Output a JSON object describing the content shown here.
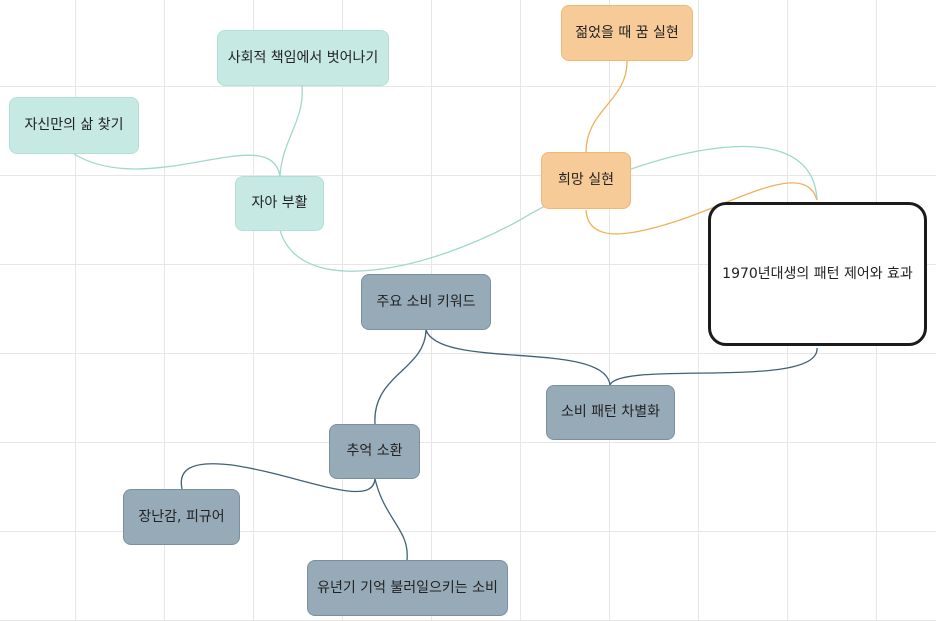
{
  "mindmap": {
    "root": "1970년대생의 패턴 제어와 효과",
    "nodes": {
      "dream": "젊었을 때 꿈 실현",
      "hope": "희망 실현",
      "social": "사회적 책임에서 벗어나기",
      "ownlife": "자신만의 삶 찾기",
      "ego": "자아 부활",
      "keywords": "주요 소비 키워드",
      "diff": "소비 패턴 차별화",
      "memory": "추억 소환",
      "toys": "장난감, 피규어",
      "childhood": "유년기 기억 불러일으키는 소비"
    },
    "colors": {
      "teal_fill": "#c6e9e3",
      "teal_line": "#9fd8cd",
      "orange_fill": "#f7cb97",
      "orange_line": "#f0b15c",
      "slate_fill": "#97aab8",
      "slate_line": "#3f6276",
      "root_border": "#1b1b1b"
    }
  }
}
